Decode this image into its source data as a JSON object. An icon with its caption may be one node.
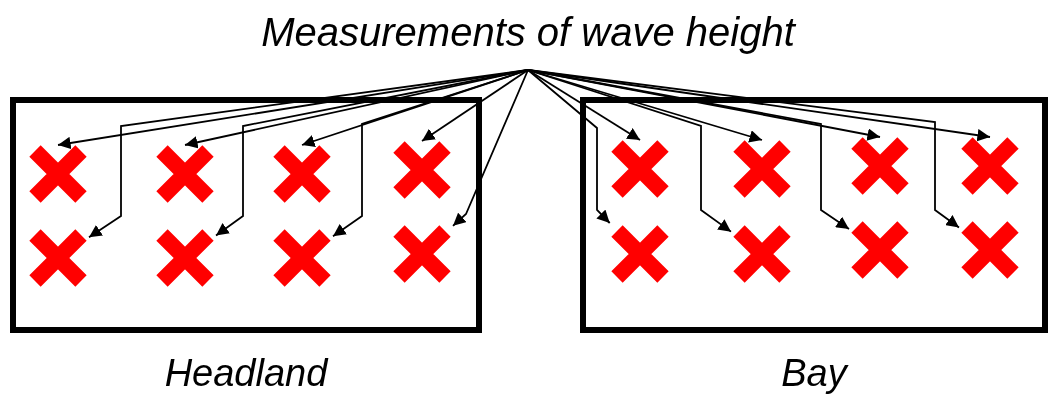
{
  "diagram": {
    "nodes": [
      {
        "text": [
          "Measurements of wave height"
        ]
      },
      {
        "text": [
          "Headland"
        ]
      },
      {
        "text": [],
        "shape": "cross",
        "in": 1
      },
      {
        "text": [],
        "shape": "cross",
        "in": 1
      },
      {
        "text": [],
        "shape": "cross",
        "in": 1
      },
      {
        "text": [],
        "shape": "cross",
        "in": 1
      },
      {
        "text": [],
        "shape": "cross",
        "in": 1
      },
      {
        "text": [],
        "shape": "cross",
        "in": 1
      },
      {
        "text": [],
        "shape": "cross",
        "in": 1
      },
      {
        "text": [],
        "shape": "cross",
        "in": 1
      },
      {
        "text": [
          "Bay"
        ]
      },
      {
        "text": [],
        "shape": "cross",
        "in": 10
      },
      {
        "text": [],
        "shape": "cross",
        "in": 10
      },
      {
        "text": [],
        "shape": "cross",
        "in": 10
      },
      {
        "text": [],
        "shape": "cross",
        "in": 10
      },
      {
        "text": [],
        "shape": "cross",
        "in": 10
      },
      {
        "text": [],
        "shape": "cross",
        "in": 10
      },
      {
        "text": [],
        "shape": "cross",
        "in": 10
      },
      {
        "text": [],
        "shape": "cross",
        "in": 10
      }
    ],
    "edges": [
      {
        "from": 0,
        "to": 2,
        "arrow": "to"
      },
      {
        "from": 0,
        "to": 3,
        "arrow": "to"
      },
      {
        "from": 0,
        "to": 4,
        "arrow": "to"
      },
      {
        "from": 0,
        "to": 5,
        "arrow": "to"
      },
      {
        "from": 0,
        "to": 6,
        "arrow": "to"
      },
      {
        "from": 0,
        "to": 7,
        "arrow": "to"
      },
      {
        "from": 0,
        "to": 8,
        "arrow": "to"
      },
      {
        "from": 0,
        "to": 9,
        "arrow": "to"
      },
      {
        "from": 0,
        "to": 11,
        "arrow": "to"
      },
      {
        "from": 0,
        "to": 12,
        "arrow": "to"
      },
      {
        "from": 0,
        "to": 13,
        "arrow": "to"
      },
      {
        "from": 0,
        "to": 14,
        "arrow": "to"
      },
      {
        "from": 0,
        "to": 15,
        "arrow": "to"
      },
      {
        "from": 0,
        "to": 16,
        "arrow": "to"
      },
      {
        "from": 0,
        "to": 17,
        "arrow": "to"
      },
      {
        "from": 0,
        "to": 18,
        "arrow": "to"
      }
    ]
  }
}
